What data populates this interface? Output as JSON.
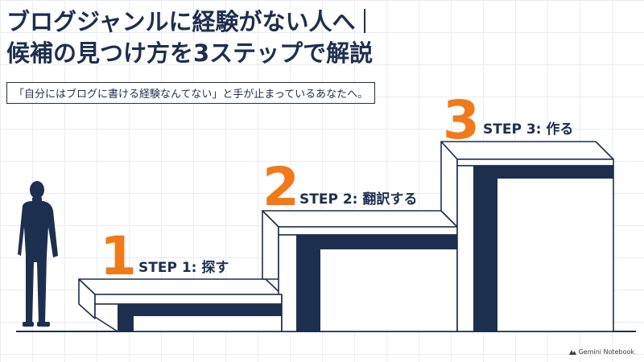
{
  "title": {
    "line1": "ブログジャンルに経験がない人へ",
    "line2": "候補の見つけ方を3ステップで解説"
  },
  "subtitle": "「自分にはブログに書ける経験なんてない」と手が止まっているあなたへ。",
  "steps": [
    {
      "number": "1",
      "label": "STEP 1: 探す"
    },
    {
      "number": "2",
      "label": "STEP 2: 翻訳する"
    },
    {
      "number": "3",
      "label": "STEP 3: 作る"
    }
  ],
  "branding": {
    "name": "Gemini Notebook",
    "icon": "gemini-notebook-logo"
  },
  "colors": {
    "navy": "#1d2f4e",
    "orange": "#f07a1a",
    "grid": "#e9ecf0"
  }
}
